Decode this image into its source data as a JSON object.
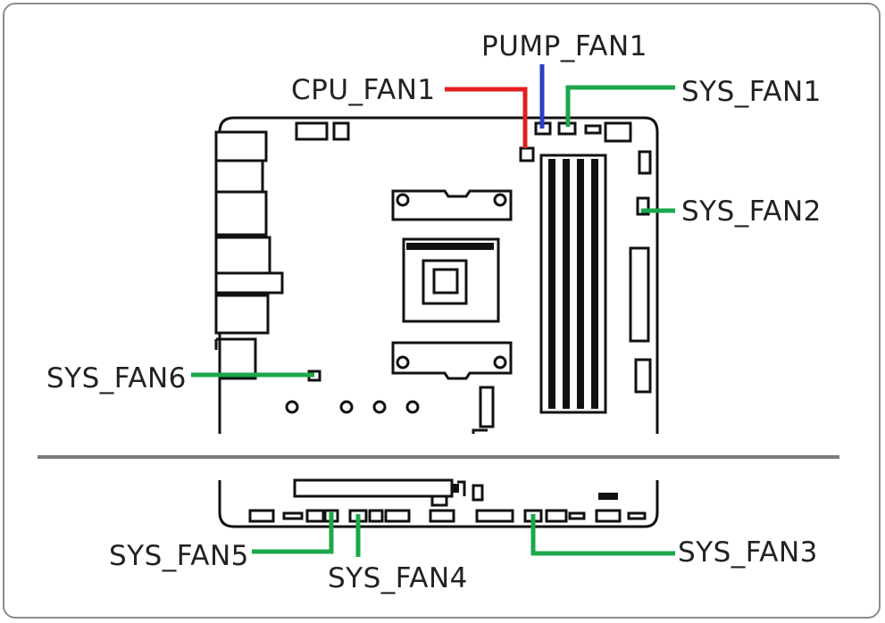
{
  "headers": [
    {
      "id": "cpu_fan1",
      "label": "CPU_FAN1",
      "color": "#e02020"
    },
    {
      "id": "pump_fan1",
      "label": "PUMP_FAN1",
      "color": "#2b3fc4"
    },
    {
      "id": "sys_fan1",
      "label": "SYS_FAN1",
      "color": "#1aa84a"
    },
    {
      "id": "sys_fan2",
      "label": "SYS_FAN2",
      "color": "#1aa84a"
    },
    {
      "id": "sys_fan3",
      "label": "SYS_FAN3",
      "color": "#1aa84a"
    },
    {
      "id": "sys_fan4",
      "label": "SYS_FAN4",
      "color": "#1aa84a"
    },
    {
      "id": "sys_fan5",
      "label": "SYS_FAN5",
      "color": "#1aa84a"
    },
    {
      "id": "sys_fan6",
      "label": "SYS_FAN6",
      "color": "#1aa84a"
    }
  ]
}
